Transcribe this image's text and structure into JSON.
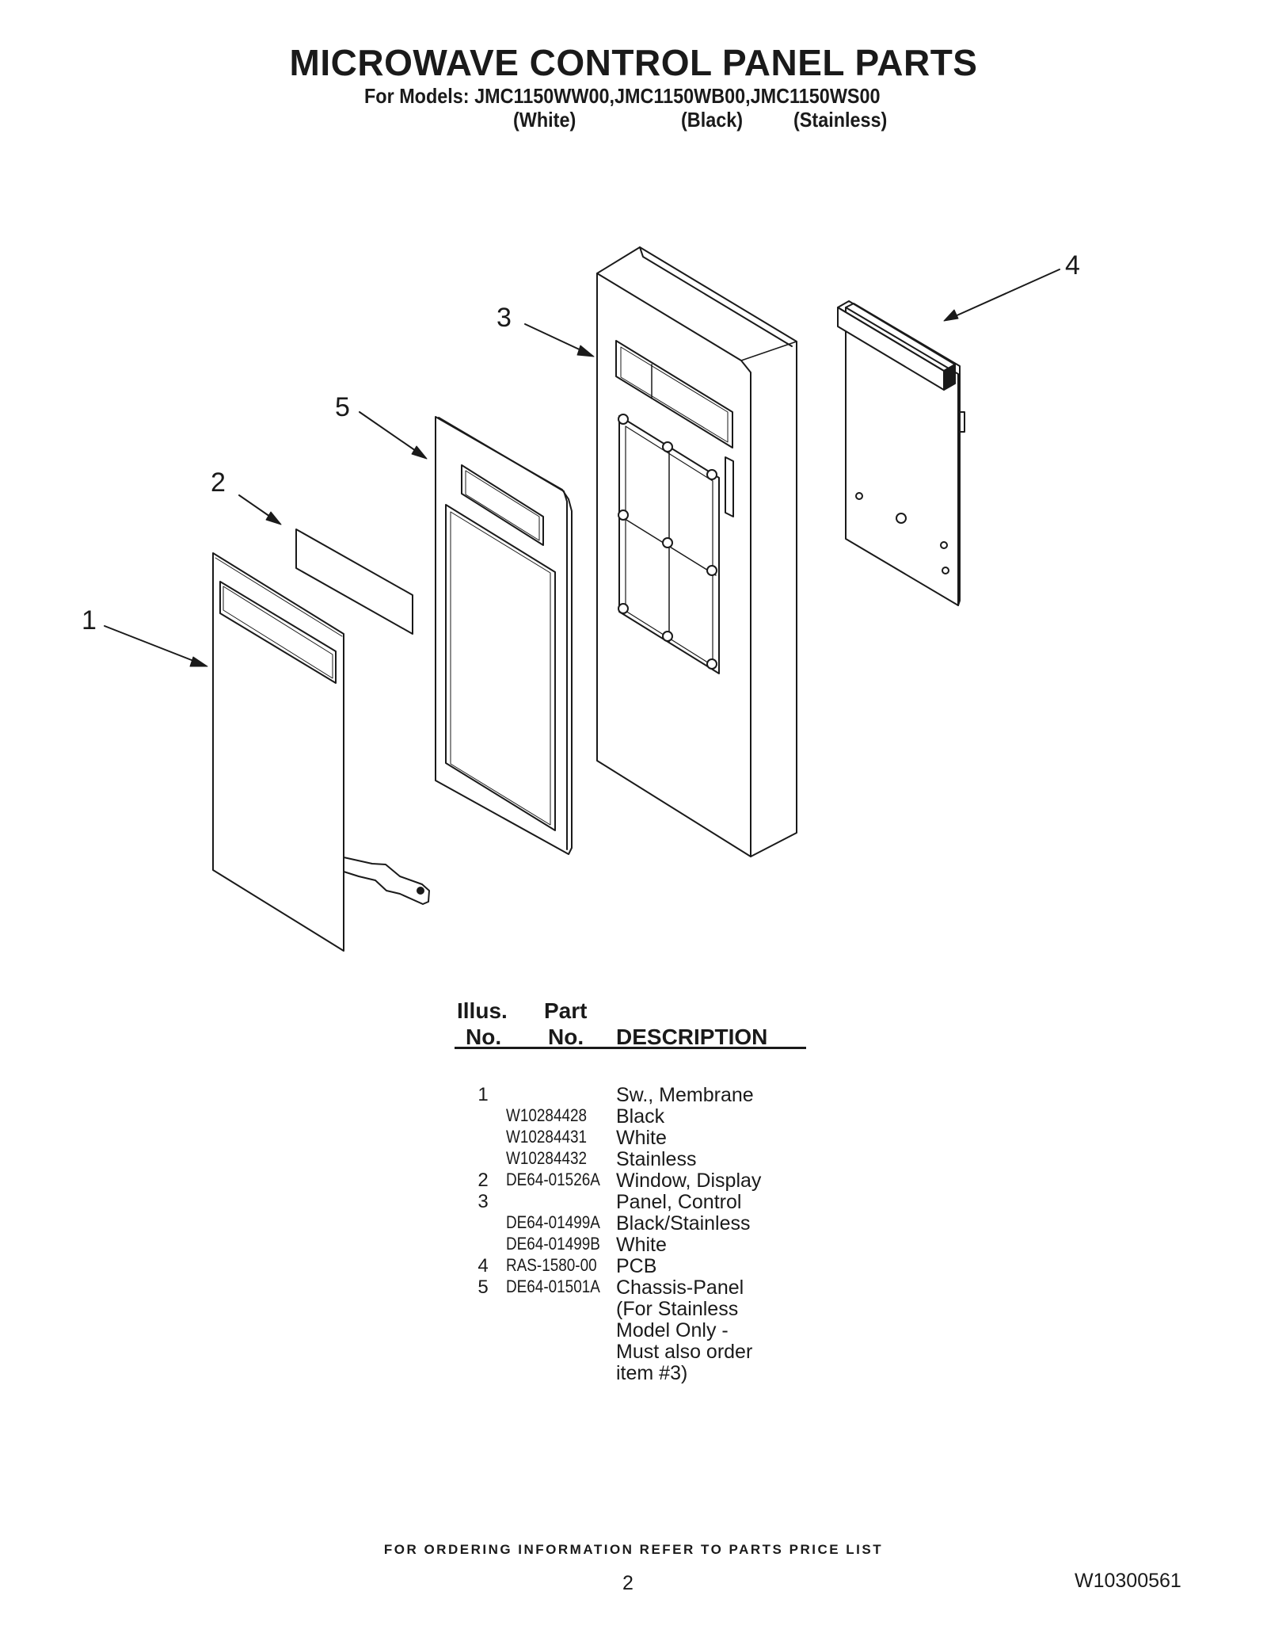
{
  "header": {
    "title": "MICROWAVE CONTROL PANEL PARTS",
    "models_line": "For Models: JMC1150WW00,JMC1150WB00,JMC1150WS00",
    "variants": [
      "(White)",
      "(Black)",
      "(Stainless)"
    ]
  },
  "diagram": {
    "callouts": [
      "1",
      "2",
      "3",
      "4",
      "5"
    ]
  },
  "table": {
    "headers": {
      "illus_line1": "Illus.",
      "illus_line2": "No.",
      "part_line1": "Part",
      "part_line2": "No.",
      "description": "DESCRIPTION"
    },
    "rows": [
      {
        "illus": "1",
        "part": "",
        "desc": "Sw., Membrane"
      },
      {
        "illus": "",
        "part": "W10284428",
        "desc": "Black"
      },
      {
        "illus": "",
        "part": "W10284431",
        "desc": "White"
      },
      {
        "illus": "",
        "part": "W10284432",
        "desc": "Stainless"
      },
      {
        "illus": "2",
        "part": "DE64-01526A",
        "desc": "Window, Display"
      },
      {
        "illus": "3",
        "part": "",
        "desc": "Panel, Control"
      },
      {
        "illus": "",
        "part": "DE64-01499A",
        "desc": "Black/Stainless"
      },
      {
        "illus": "",
        "part": "DE64-01499B",
        "desc": "White"
      },
      {
        "illus": "4",
        "part": "RAS-1580-00",
        "desc": "PCB"
      },
      {
        "illus": "5",
        "part": "DE64-01501A",
        "desc": "Chassis-Panel"
      },
      {
        "illus": "",
        "part": "",
        "desc": "(For Stainless"
      },
      {
        "illus": "",
        "part": "",
        "desc": "Model Only -"
      },
      {
        "illus": "",
        "part": "",
        "desc": "Must also order"
      },
      {
        "illus": "",
        "part": "",
        "desc": "item #3)"
      }
    ]
  },
  "footer": {
    "ordering_note": "FOR ORDERING INFORMATION REFER TO PARTS PRICE LIST",
    "page_number": "2",
    "document_number": "W10300561"
  }
}
